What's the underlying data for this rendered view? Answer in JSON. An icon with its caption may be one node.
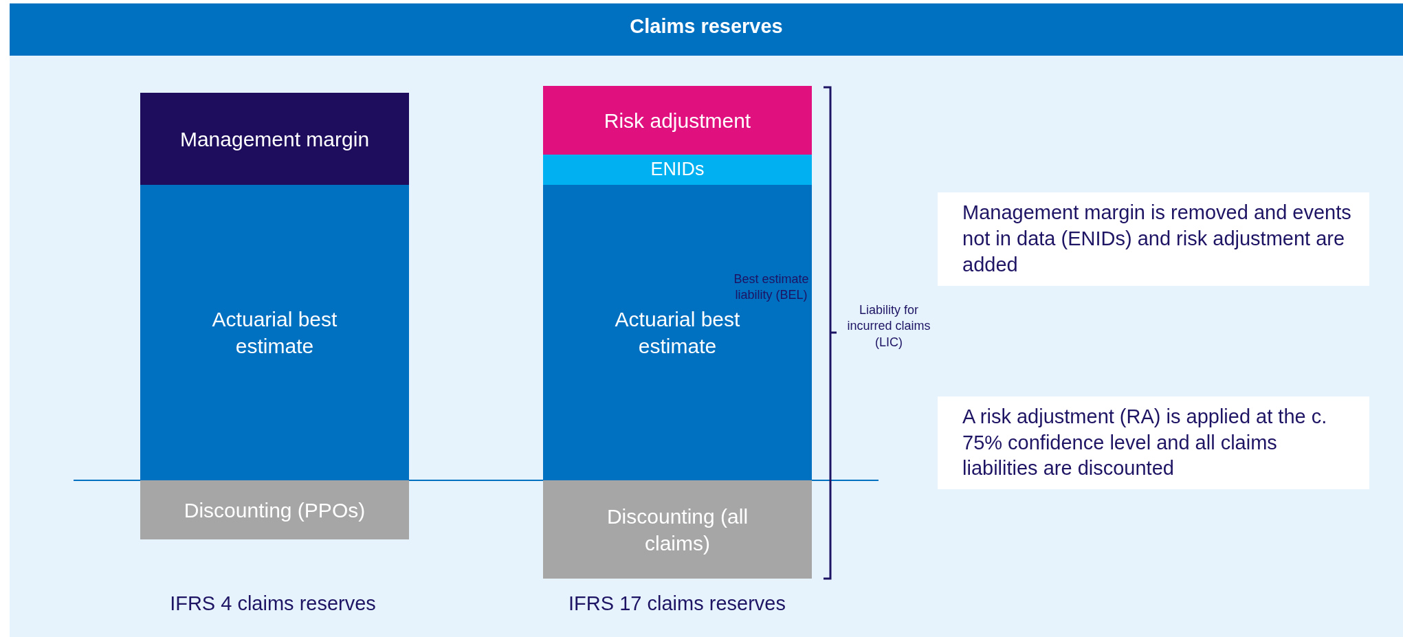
{
  "diagram": {
    "title": "Claims reserves",
    "nodes": [
      {
        "text": [
          "Management margin"
        ]
      },
      {
        "text": [
          "Actuarial best estimate"
        ]
      },
      {
        "text": [
          "Discounting (PPOs)"
        ]
      },
      {
        "text": [
          "Risk adjustment"
        ]
      },
      {
        "text": [
          "ENIDs"
        ]
      },
      {
        "text": [
          "Actuarial best estimate"
        ]
      },
      {
        "text": [
          "Discounting (all claims)"
        ]
      },
      {
        "text": [
          "Management margin is removed and events not in data (ENIDs) and risk adjustment are added"
        ]
      },
      {
        "text": [
          "A risk adjustment (RA) is applied at the c. 75% confidence level and all claims liabilities are discounted"
        ]
      }
    ],
    "edges": [],
    "labels": [
      "Best estimate liability (BEL)",
      "Liability for incurred claims (LIC)",
      "IFRS 4 claims reserves",
      "IFRS 17 claims reserves"
    ]
  }
}
